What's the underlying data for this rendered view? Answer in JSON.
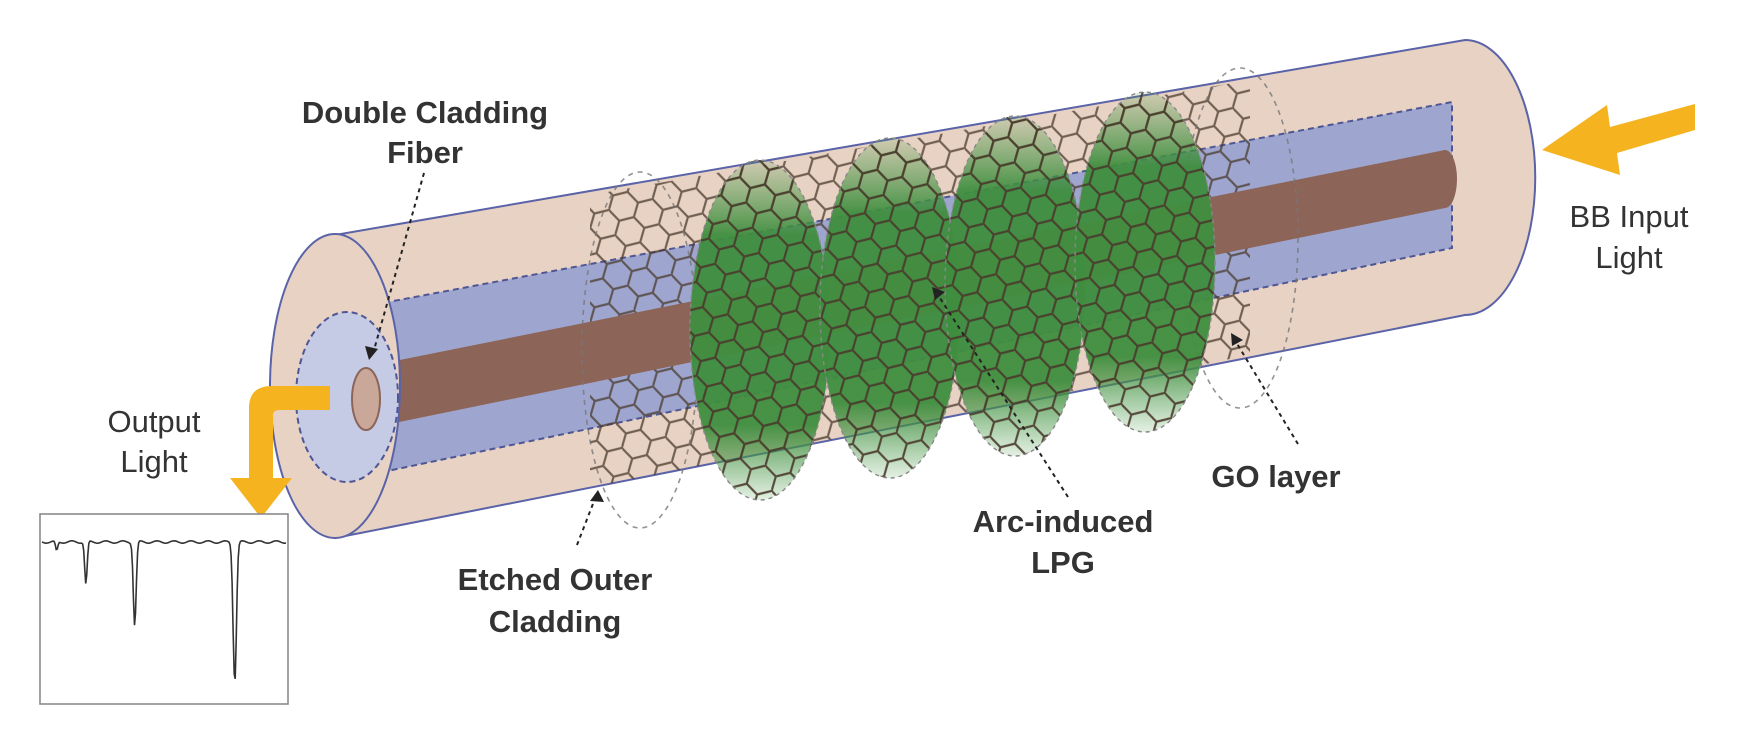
{
  "labels": {
    "double_cladding_line1": "Double Cladding",
    "double_cladding_line2": "Fiber",
    "bb_input_line1": "BB Input",
    "bb_input_line2": "Light",
    "output_line1": "Output",
    "output_line2": "Light",
    "etched_line1": "Etched Outer",
    "etched_line2": "Cladding",
    "arc_line1": "Arc-induced",
    "arc_line2": "LPG",
    "go_layer": "GO layer"
  },
  "colors": {
    "outer_cladding": "#e7d2c3",
    "inner_cladding": "#9ea6cf",
    "core": "#8c6458",
    "grating": "#4a9a48",
    "arrow": "#f4b31f",
    "text": "#333333"
  },
  "spectrum": {
    "dips": [
      {
        "position": 0.06,
        "depth": 0.06
      },
      {
        "position": 0.18,
        "depth": 0.28
      },
      {
        "position": 0.38,
        "depth": 0.55
      },
      {
        "position": 0.79,
        "depth": 0.92
      }
    ]
  }
}
